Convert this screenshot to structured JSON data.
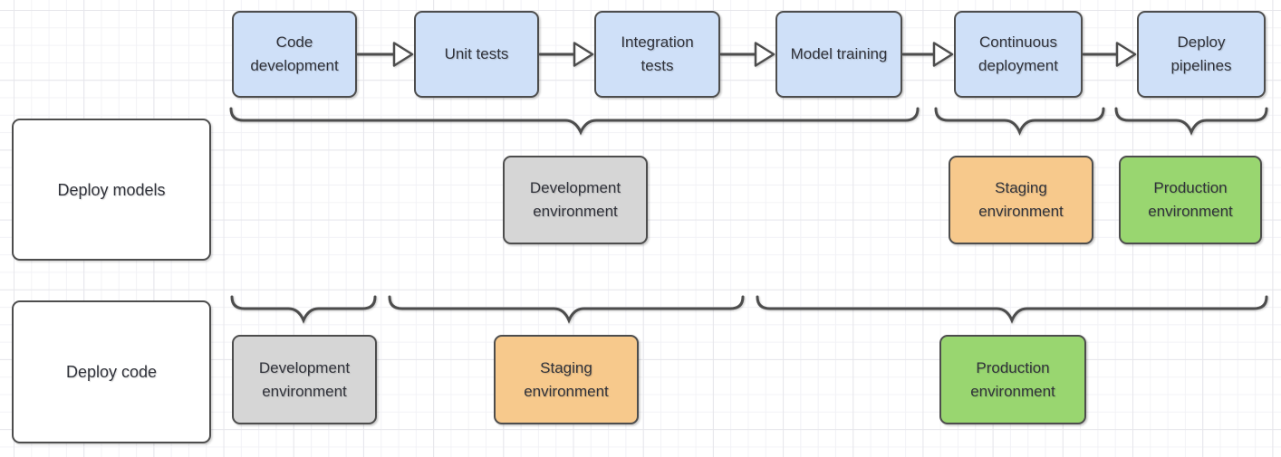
{
  "diagram": {
    "pipeline": {
      "steps": [
        {
          "label": "Code development"
        },
        {
          "label": "Unit tests"
        },
        {
          "label": "Integration tests"
        },
        {
          "label": "Model training"
        },
        {
          "label": "Continuous deployment"
        },
        {
          "label": "Deploy pipelines"
        }
      ]
    },
    "rows": [
      {
        "label": "Deploy models",
        "environments": [
          {
            "label": "Development environment",
            "type": "development"
          },
          {
            "label": "Staging environment",
            "type": "staging"
          },
          {
            "label": "Production environment",
            "type": "production"
          }
        ]
      },
      {
        "label": "Deploy code",
        "environments": [
          {
            "label": "Development environment",
            "type": "development"
          },
          {
            "label": "Staging environment",
            "type": "staging"
          },
          {
            "label": "Production environment",
            "type": "production"
          }
        ]
      }
    ],
    "colors": {
      "step_fill": "#cfe0f8",
      "development_fill": "#d6d6d6",
      "staging_fill": "#f7c98c",
      "production_fill": "#99d670",
      "stroke": "#4d4d4d",
      "text": "#30323a",
      "grid_minor": "#f2f2f6",
      "grid_major": "#e6e6eb",
      "background": "#ffffff"
    }
  }
}
